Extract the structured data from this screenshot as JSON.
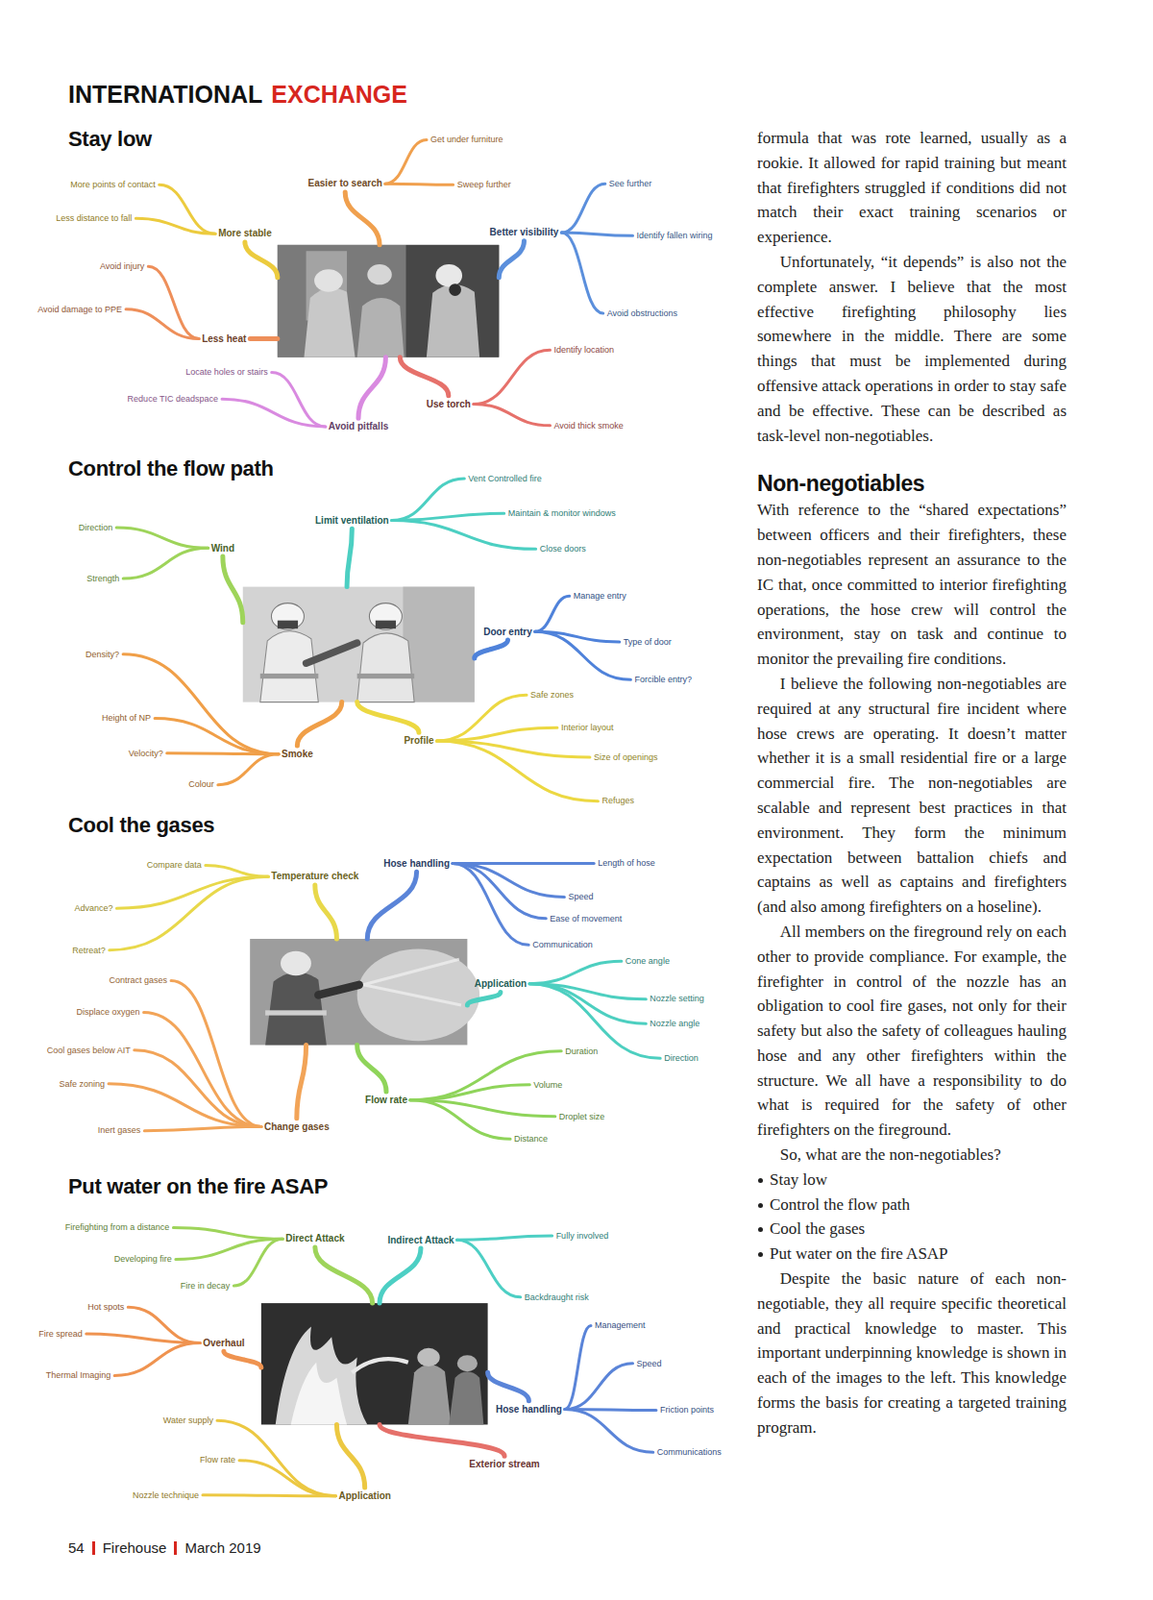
{
  "diagram": {
    "nodes": [
      {
        "text": [
          "Easier to search"
        ]
      },
      {
        "text": [
          "Get under furniture"
        ]
      },
      {
        "text": [
          "Sweep further"
        ]
      },
      {
        "text": [
          "More stable"
        ]
      },
      {
        "text": [
          "More points of contact"
        ]
      },
      {
        "text": [
          "Less distance to fall"
        ]
      },
      {
        "text": [
          "Better visibility"
        ]
      },
      {
        "text": [
          "See further"
        ]
      },
      {
        "text": [
          "Identify fallen wiring"
        ]
      },
      {
        "text": [
          "Avoid obstructions"
        ]
      },
      {
        "text": [
          "Less heat"
        ]
      },
      {
        "text": [
          "Avoid injury"
        ]
      },
      {
        "text": [
          "Avoid damage to PPE"
        ]
      },
      {
        "text": [
          "Use torch"
        ]
      },
      {
        "text": [
          "Identify location"
        ]
      },
      {
        "text": [
          "Avoid thick smoke"
        ]
      },
      {
        "text": [
          "Avoid pitfalls"
        ]
      },
      {
        "text": [
          "Locate holes or stairs"
        ]
      },
      {
        "text": [
          "Reduce TIC deadspace"
        ]
      },
      {
        "text": [
          "Limit ventilation"
        ]
      },
      {
        "text": [
          "Vent Controlled fire"
        ]
      },
      {
        "text": [
          "Maintain & monitor windows"
        ]
      },
      {
        "text": [
          "Close doors"
        ]
      },
      {
        "text": [
          "Wind"
        ]
      },
      {
        "text": [
          "Direction"
        ]
      },
      {
        "text": [
          "Strength"
        ]
      },
      {
        "text": [
          "Door entry"
        ]
      },
      {
        "text": [
          "Manage entry"
        ]
      },
      {
        "text": [
          "Type of door"
        ]
      },
      {
        "text": [
          "Forcible entry?"
        ]
      },
      {
        "text": [
          "Smoke"
        ]
      },
      {
        "text": [
          "Density?"
        ]
      },
      {
        "text": [
          "Height of NP"
        ]
      },
      {
        "text": [
          "Velocity?"
        ]
      },
      {
        "text": [
          "Colour"
        ]
      },
      {
        "text": [
          "Profile"
        ]
      },
      {
        "text": [
          "Safe zones"
        ]
      },
      {
        "text": [
          "Interior layout"
        ]
      },
      {
        "text": [
          "Size of openings"
        ]
      },
      {
        "text": [
          "Refuges"
        ]
      },
      {
        "text": [
          "Temperature check"
        ]
      },
      {
        "text": [
          "Compare data"
        ]
      },
      {
        "text": [
          "Advance?"
        ]
      },
      {
        "text": [
          "Retreat?"
        ]
      },
      {
        "text": [
          "Hose handling"
        ]
      },
      {
        "text": [
          "Length of hose"
        ]
      },
      {
        "text": [
          "Speed"
        ]
      },
      {
        "text": [
          "Ease of movement"
        ]
      },
      {
        "text": [
          "Communication"
        ]
      },
      {
        "text": [
          "Application"
        ]
      },
      {
        "text": [
          "Cone angle"
        ]
      },
      {
        "text": [
          "Nozzle setting"
        ]
      },
      {
        "text": [
          "Nozzle angle"
        ]
      },
      {
        "text": [
          "Direction"
        ]
      },
      {
        "text": [
          "Change gases"
        ]
      },
      {
        "text": [
          "Contract gases"
        ]
      },
      {
        "text": [
          "Displace oxygen"
        ]
      },
      {
        "text": [
          "Cool gases below AIT"
        ]
      },
      {
        "text": [
          "Safe zoning"
        ]
      },
      {
        "text": [
          "Inert gases"
        ]
      },
      {
        "text": [
          "Flow rate"
        ]
      },
      {
        "text": [
          "Duration"
        ]
      },
      {
        "text": [
          "Volume"
        ]
      },
      {
        "text": [
          "Droplet size"
        ]
      },
      {
        "text": [
          "Distance"
        ]
      },
      {
        "text": [
          "Direct Attack"
        ]
      },
      {
        "text": [
          "Firefighting from a distance"
        ]
      },
      {
        "text": [
          "Developing fire"
        ]
      },
      {
        "text": [
          "Fire in decay"
        ]
      },
      {
        "text": [
          "Indirect Attack"
        ]
      },
      {
        "text": [
          "Fully involved"
        ]
      },
      {
        "text": [
          "Backdraught risk"
        ]
      },
      {
        "text": [
          "Overhaul"
        ]
      },
      {
        "text": [
          "Hot spots"
        ]
      },
      {
        "text": [
          "Fire spread"
        ]
      },
      {
        "text": [
          "Thermal Imaging"
        ]
      },
      {
        "text": [
          "Hose handling"
        ]
      },
      {
        "text": [
          "Management"
        ]
      },
      {
        "text": [
          "Speed"
        ]
      },
      {
        "text": [
          "Friction points"
        ]
      },
      {
        "text": [
          "Communications"
        ]
      },
      {
        "text": [
          "Exterior stream"
        ]
      },
      {
        "text": [
          "Application"
        ]
      },
      {
        "text": [
          "Water supply"
        ]
      },
      {
        "text": [
          "Flow rate"
        ]
      },
      {
        "text": [
          "Nozzle technique"
        ]
      }
    ],
    "edges": [
      {
        "from": 0,
        "to": 1,
        "arrow": "none"
      },
      {
        "from": 0,
        "to": 2,
        "arrow": "none"
      },
      {
        "from": 3,
        "to": 4,
        "arrow": "none"
      },
      {
        "from": 3,
        "to": 5,
        "arrow": "none"
      },
      {
        "from": 6,
        "to": 7,
        "arrow": "none"
      },
      {
        "from": 6,
        "to": 8,
        "arrow": "none"
      },
      {
        "from": 6,
        "to": 9,
        "arrow": "none"
      },
      {
        "from": 10,
        "to": 11,
        "arrow": "none"
      },
      {
        "from": 10,
        "to": 12,
        "arrow": "none"
      },
      {
        "from": 13,
        "to": 14,
        "arrow": "none"
      },
      {
        "from": 13,
        "to": 15,
        "arrow": "none"
      },
      {
        "from": 16,
        "to": 17,
        "arrow": "none"
      },
      {
        "from": 16,
        "to": 18,
        "arrow": "none"
      },
      {
        "from": 19,
        "to": 20,
        "arrow": "none"
      },
      {
        "from": 19,
        "to": 21,
        "arrow": "none"
      },
      {
        "from": 19,
        "to": 22,
        "arrow": "none"
      },
      {
        "from": 23,
        "to": 24,
        "arrow": "none"
      },
      {
        "from": 23,
        "to": 25,
        "arrow": "none"
      },
      {
        "from": 26,
        "to": 27,
        "arrow": "none"
      },
      {
        "from": 26,
        "to": 28,
        "arrow": "none"
      },
      {
        "from": 26,
        "to": 29,
        "arrow": "none"
      },
      {
        "from": 30,
        "to": 31,
        "arrow": "none"
      },
      {
        "from": 30,
        "to": 32,
        "arrow": "none"
      },
      {
        "from": 30,
        "to": 33,
        "arrow": "none"
      },
      {
        "from": 30,
        "to": 34,
        "arrow": "none"
      },
      {
        "from": 35,
        "to": 36,
        "arrow": "none"
      },
      {
        "from": 35,
        "to": 37,
        "arrow": "none"
      },
      {
        "from": 35,
        "to": 38,
        "arrow": "none"
      },
      {
        "from": 35,
        "to": 39,
        "arrow": "none"
      },
      {
        "from": 40,
        "to": 41,
        "arrow": "none"
      },
      {
        "from": 40,
        "to": 42,
        "arrow": "none"
      },
      {
        "from": 40,
        "to": 43,
        "arrow": "none"
      },
      {
        "from": 44,
        "to": 45,
        "arrow": "none"
      },
      {
        "from": 44,
        "to": 46,
        "arrow": "none"
      },
      {
        "from": 44,
        "to": 47,
        "arrow": "none"
      },
      {
        "from": 44,
        "to": 48,
        "arrow": "none"
      },
      {
        "from": 49,
        "to": 50,
        "arrow": "none"
      },
      {
        "from": 49,
        "to": 51,
        "arrow": "none"
      },
      {
        "from": 49,
        "to": 52,
        "arrow": "none"
      },
      {
        "from": 49,
        "to": 53,
        "arrow": "none"
      },
      {
        "from": 54,
        "to": 55,
        "arrow": "none"
      },
      {
        "from": 54,
        "to": 56,
        "arrow": "none"
      },
      {
        "from": 54,
        "to": 57,
        "arrow": "none"
      },
      {
        "from": 54,
        "to": 58,
        "arrow": "none"
      },
      {
        "from": 54,
        "to": 59,
        "arrow": "none"
      },
      {
        "from": 60,
        "to": 61,
        "arrow": "none"
      },
      {
        "from": 60,
        "to": 62,
        "arrow": "none"
      },
      {
        "from": 60,
        "to": 63,
        "arrow": "none"
      },
      {
        "from": 60,
        "to": 64,
        "arrow": "none"
      },
      {
        "from": 65,
        "to": 66,
        "arrow": "none"
      },
      {
        "from": 65,
        "to": 67,
        "arrow": "none"
      },
      {
        "from": 65,
        "to": 68,
        "arrow": "none"
      },
      {
        "from": 69,
        "to": 70,
        "arrow": "none"
      },
      {
        "from": 69,
        "to": 71,
        "arrow": "none"
      },
      {
        "from": 72,
        "to": 73,
        "arrow": "none"
      },
      {
        "from": 72,
        "to": 74,
        "arrow": "none"
      },
      {
        "from": 72,
        "to": 75,
        "arrow": "none"
      },
      {
        "from": 76,
        "to": 77,
        "arrow": "none"
      },
      {
        "from": 76,
        "to": 78,
        "arrow": "none"
      },
      {
        "from": 76,
        "to": 79,
        "arrow": "none"
      },
      {
        "from": 76,
        "to": 80,
        "arrow": "none"
      },
      {
        "from": 82,
        "to": 83,
        "arrow": "none"
      },
      {
        "from": 82,
        "to": 84,
        "arrow": "none"
      },
      {
        "from": 82,
        "to": 85,
        "arrow": "none"
      }
    ],
    "labels": [
      "INTERNATIONAL",
      "EXCHANGE",
      "Stay low",
      "Control the flow path",
      "Cool the gases",
      "Put water on the fire ASAP",
      "formula that was rote learned, usually as a rookie. It allowed for rapid training but meant that firefighters struggled if conditions did not match their exact training scenarios or experience.",
      "Unfortunately, “it depends” is also not the complete answer. I believe that the most effective firefighting philosophy lies somewhere in the middle. There are some things that must be implemented during offensive attack operations in order to stay safe and be effective. These can be described as task-level non-negotiables.",
      "Non-negotiables",
      "With reference to the “shared expectations” between officers and their firefighters, these non-negotiables represent an assurance to the IC that, once committed to interior firefighting operations, the hose crew will control the environment, stay on task and continue to monitor the prevailing fire conditions.",
      "I believe the following non-negotiables are required at any structural fire incident where hose crews are operating. It doesn’t matter whether it is a small residential fire or a large commercial fire. The non-negotiables are scalable and represent best practices in that environment. They form the minimum expectation between battalion chiefs and captains as well as captains and firefighters (and also among firefighters on a hoseline).",
      "All members on the fireground rely on each other to provide compliance. For example, the firefighter in control of the nozzle has an obligation to cool fire gases, not only for their safety but also the safety of colleagues hauling hose and any other firefighters within the structure. We all have a responsibility to do what is required for the safety of other firefighters on the fireground.",
      "So, what are the non-negotiables?",
      "Stay low",
      "Control the flow path",
      "Cool the gases",
      "Put water on the fire ASAP",
      "Despite the basic nature of each non-negotiable, they all require specific theoretical and practical knowledge to master. This important underpinning knowledge is shown in each of the images to the left. This knowledge forms the basis for creating a targeted training program.",
      "54",
      "Firehouse",
      "March 2019"
    ]
  }
}
